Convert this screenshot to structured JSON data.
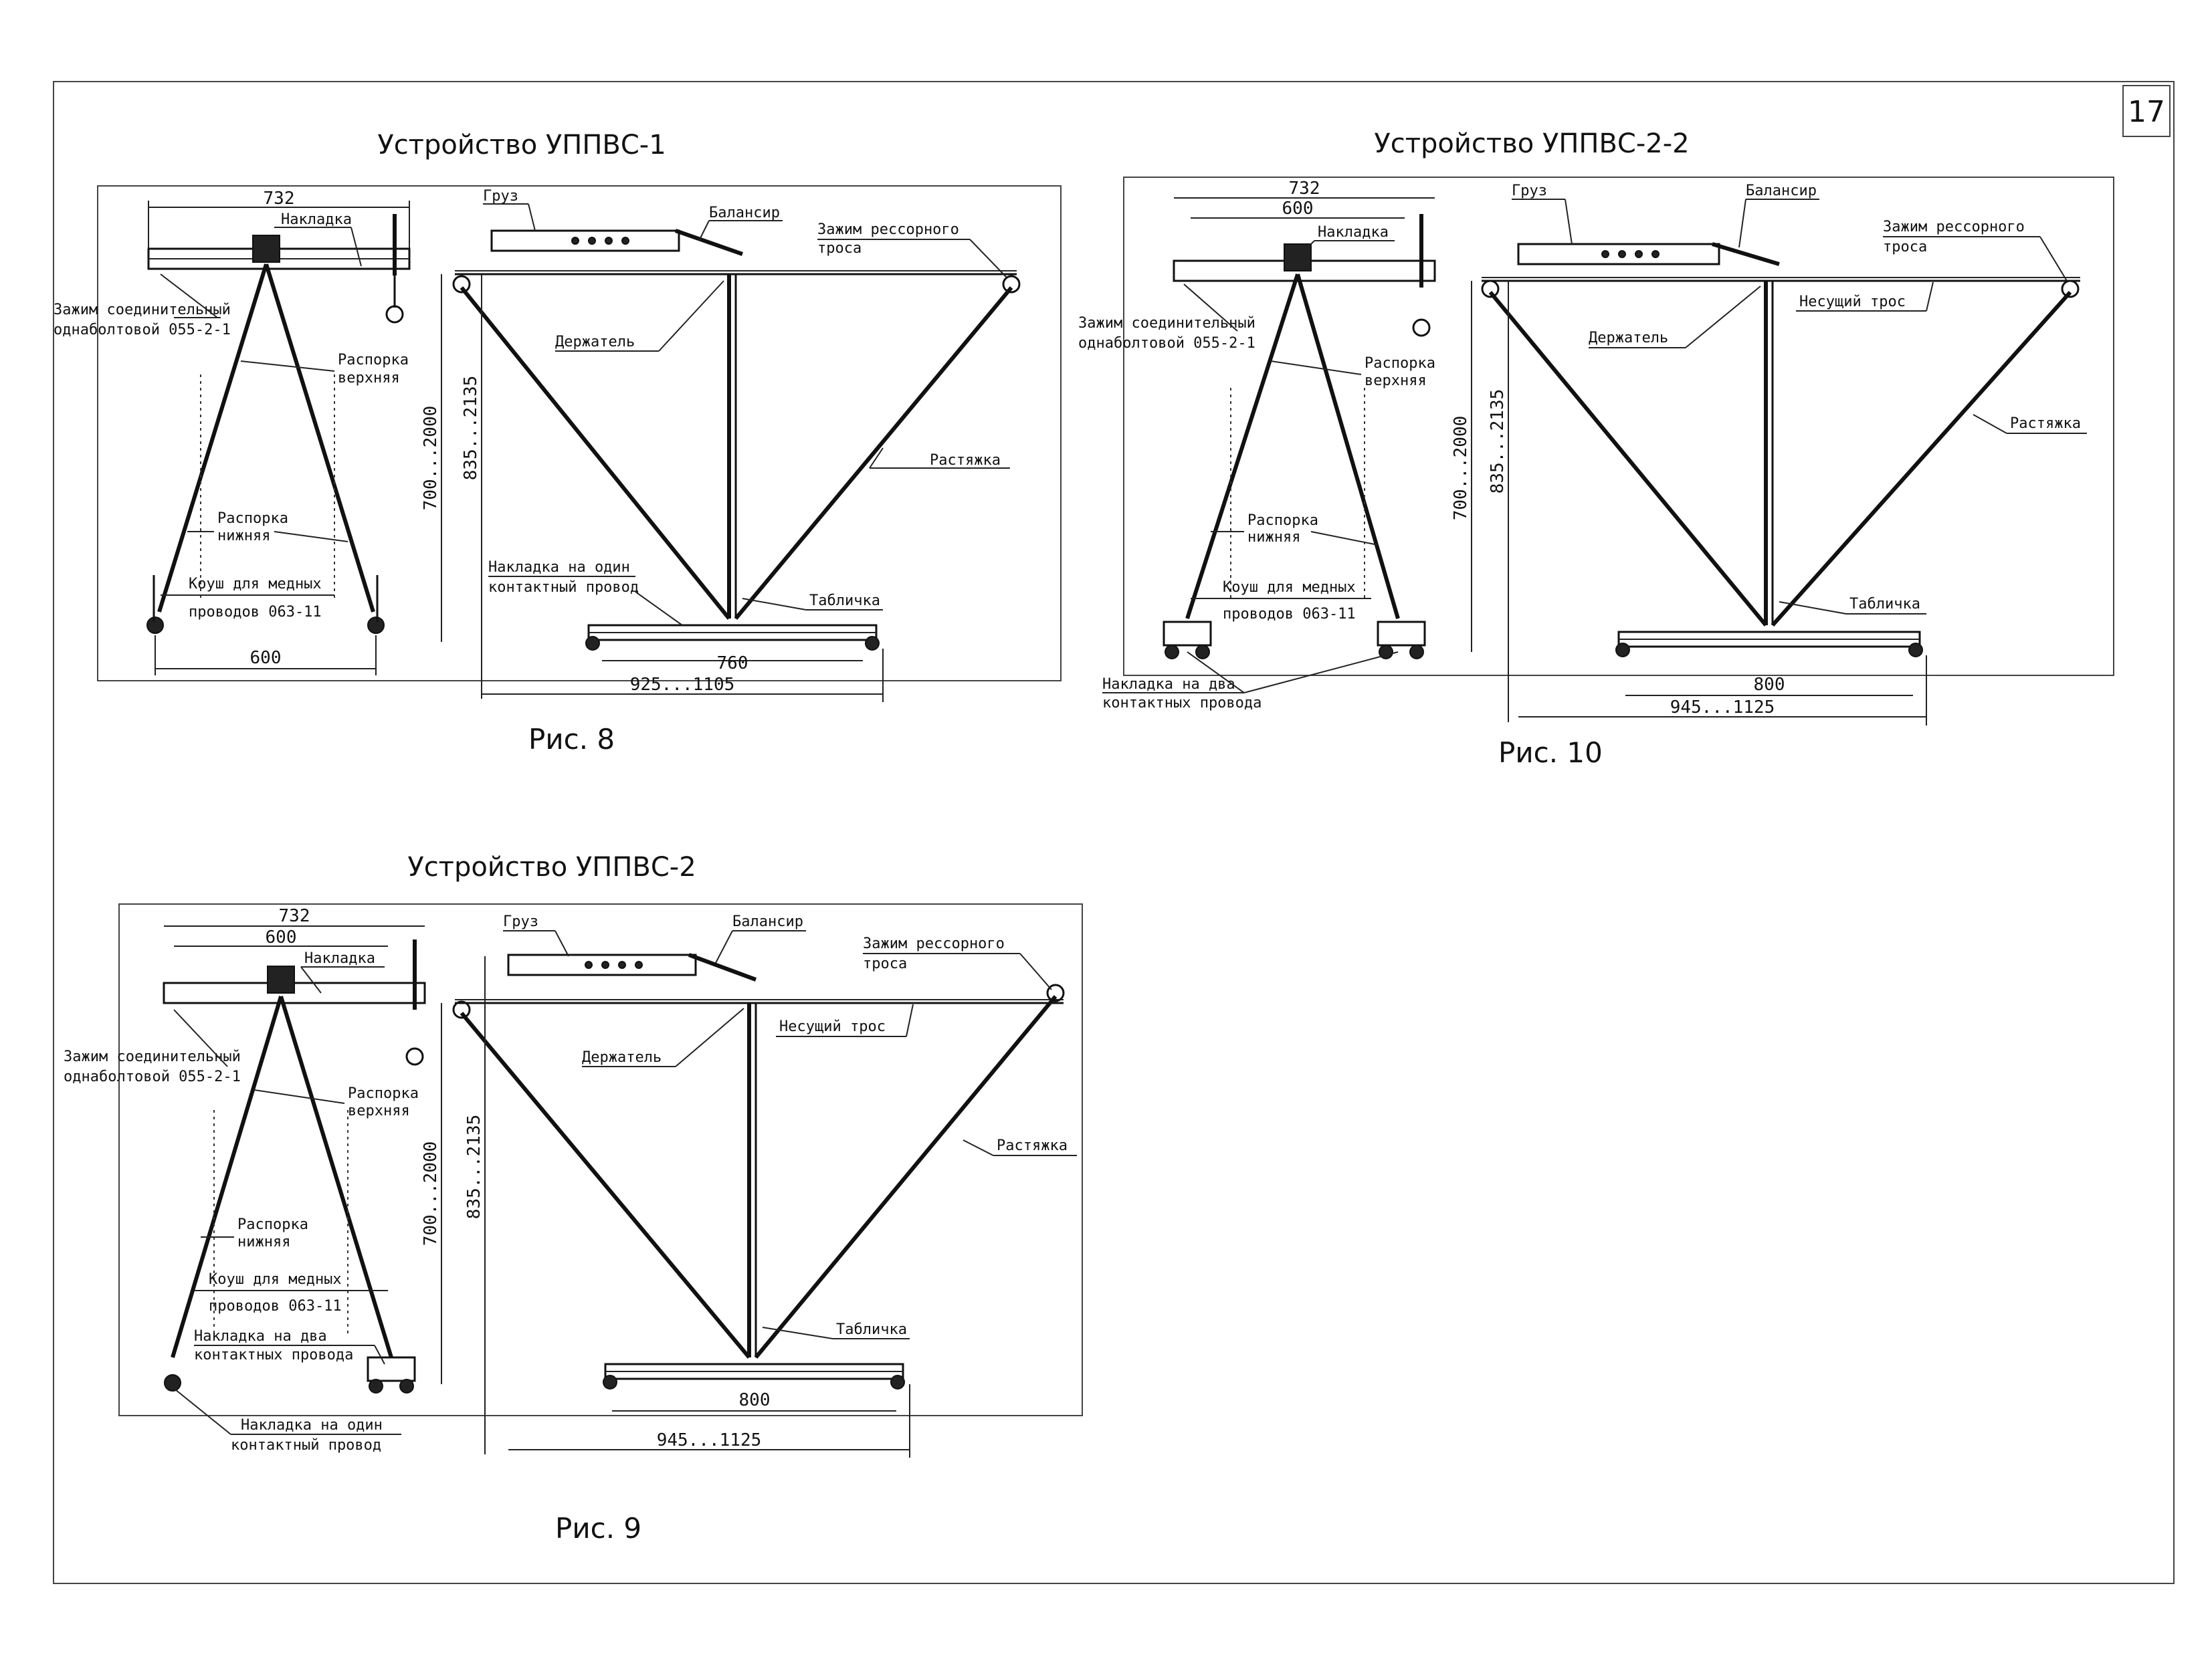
{
  "page_number": "17",
  "figures": {
    "fig8": {
      "title": "Устройство УППВС-1",
      "caption": "Рис. 8",
      "dims": {
        "top_width": "732",
        "bottom_width": "600",
        "height_range": "700...2000",
        "cable_height": "835...2135",
        "base_width": "760",
        "overall_width": "925...1105"
      },
      "labels": {
        "nakladka": "Накладка",
        "zazhim_soed_1": "Зажим соединительный",
        "zazhim_soed_2": "однаболтовой 055-2-1",
        "rasporka_verh_1": "Распорка",
        "rasporka_verh_2": "верхняя",
        "rasporka_nizh_1": "Распорка",
        "rasporka_nizh_2": "нижняя",
        "koush_1": "Коуш для медных",
        "koush_2": "проводов 063-11",
        "gruz": "Груз",
        "balansir": "Балансир",
        "zazhim_ress_1": "Зажим рессорного",
        "zazhim_ress_2": "троса",
        "derzhatel": "Держатель",
        "rastyazhka": "Растяжка",
        "nakladka_odin_1": "Накладка на один",
        "nakladka_odin_2": "контактный провод",
        "tablichka": "Табличка"
      }
    },
    "fig9": {
      "title": "Устройство УППВС-2",
      "caption": "Рис. 9",
      "dims": {
        "top_width": "732",
        "inner_width": "600",
        "height_range": "700...2000",
        "cable_height": "835...2135",
        "base_width": "800",
        "overall_width": "945...1125"
      },
      "labels": {
        "nakladka": "Накладка",
        "zazhim_soed_1": "Зажим соединительный",
        "zazhim_soed_2": "однаболтовой 055-2-1",
        "rasporka_verh_1": "Распорка",
        "rasporka_verh_2": "верхняя",
        "rasporka_nizh_1": "Распорка",
        "rasporka_nizh_2": "нижняя",
        "koush_1": "Коуш для медных",
        "koush_2": "проводов 063-11",
        "nakladka_dva_1": "Накладка на два",
        "nakladka_dva_2": "контактных провода",
        "nakladka_odin_1": "Накладка на один",
        "nakladka_odin_2": "контактный провод",
        "gruz": "Груз",
        "balansir": "Балансир",
        "zazhim_ress_1": "Зажим рессорного",
        "zazhim_ress_2": "троса",
        "nesushiy": "Несущий трос",
        "derzhatel": "Держатель",
        "rastyazhka": "Растяжка",
        "tablichka": "Табличка"
      }
    },
    "fig10": {
      "title": "Устройство УППВС-2-2",
      "caption": "Рис. 10",
      "dims": {
        "top_width": "732",
        "inner_width": "600",
        "height_range": "700...2000",
        "cable_height": "835...2135",
        "base_width": "800",
        "overall_width": "945...1125"
      },
      "labels": {
        "nakladka": "Накладка",
        "zazhim_soed_1": "Зажим соединительный",
        "zazhim_soed_2": "однаболтовой 055-2-1",
        "rasporka_verh_1": "Распорка",
        "rasporka_verh_2": "верхняя",
        "rasporka_nizh_1": "Распорка",
        "rasporka_nizh_2": "нижняя",
        "koush_1": "Коуш для медных",
        "koush_2": "проводов 063-11",
        "nakladka_dva_1": "Накладка на два",
        "nakladka_dva_2": "контактных провода",
        "gruz": "Груз",
        "balansir": "Балансир",
        "zazhim_ress_1": "Зажим рессорного",
        "zazhim_ress_2": "троса",
        "nesushiy": "Несущий трос",
        "derzhatel": "Держатель",
        "rastyazhka": "Растяжка",
        "tablichka": "Табличка"
      }
    }
  }
}
